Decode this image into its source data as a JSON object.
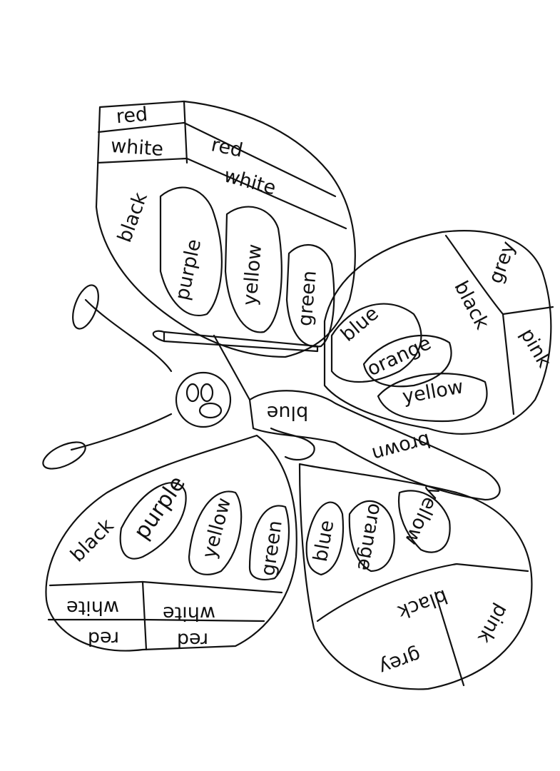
{
  "labels": {
    "upper_left": {
      "red_1": "red",
      "white_1": "white",
      "red_2": "red",
      "white_2": "white",
      "black": "black",
      "purple": "purple",
      "yellow": "yellow",
      "green": "green"
    },
    "upper_right": {
      "grey": "grey",
      "black": "black",
      "pink": "pink",
      "blue": "blue",
      "orange": "orange",
      "yellow": "yellow",
      "brown": "brown"
    },
    "body": {
      "blue": "blue"
    },
    "lower_left": {
      "black": "black",
      "purple": "purple",
      "yellow": "yellow",
      "green": "green",
      "white_1": "white",
      "white_2": "white",
      "red_1": "red",
      "red_2": "red"
    },
    "lower_right": {
      "blue": "blue",
      "orange": "orange",
      "yellow": "yellow",
      "black": "black",
      "pink": "pink",
      "grey": "grey"
    }
  }
}
